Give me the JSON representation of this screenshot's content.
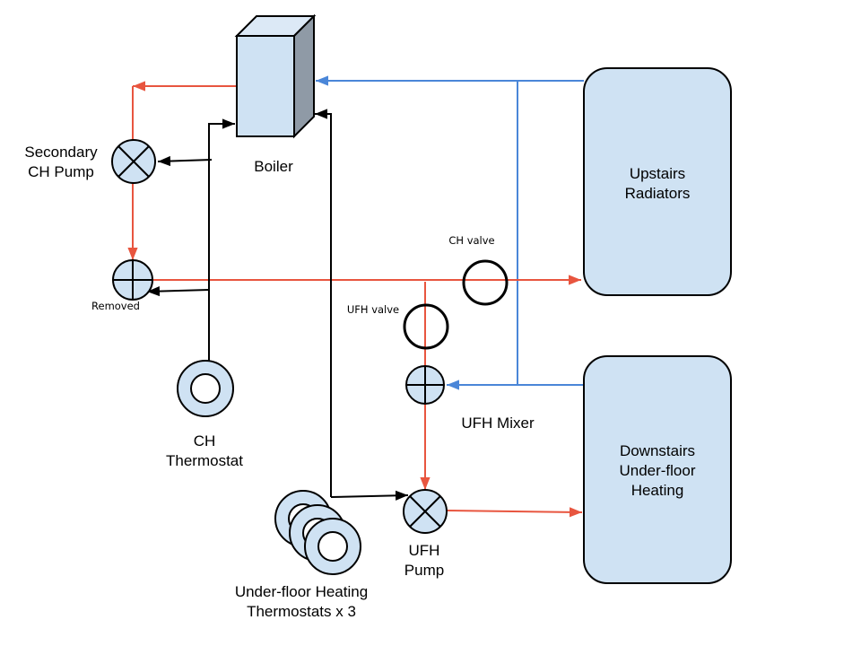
{
  "labels": {
    "boiler": "Boiler",
    "upstairs": [
      "Upstairs",
      "Radiators"
    ],
    "downstairs": [
      "Downstairs",
      "Under-floor",
      "Heating"
    ],
    "secondary_pump": [
      "Secondary",
      "CH Pump"
    ],
    "removed": "Removed",
    "ch_thermostat": [
      "CH",
      "Thermostat"
    ],
    "ch_valve": "CH valve",
    "ufh_valve": "UFH valve",
    "ufh_mixer": "UFH Mixer",
    "ufh_pump": [
      "UFH",
      "Pump"
    ],
    "ufh_thermostats": [
      "Under-floor Heating",
      "Thermostats x 3"
    ]
  },
  "colors": {
    "flow": "#e8553f",
    "return": "#4a86d8",
    "control": "#000000",
    "component_fill": "#cfe2f3"
  }
}
